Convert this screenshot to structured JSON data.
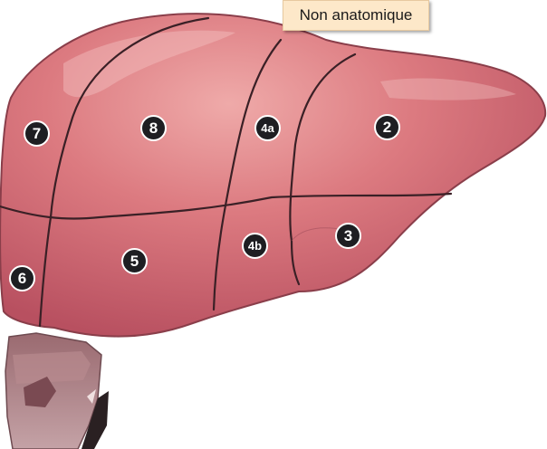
{
  "tag": {
    "text": "Non anatomique"
  },
  "segments": {
    "s7": "7",
    "s8": "8",
    "s4a": "4a",
    "s2": "2",
    "s6": "6",
    "s5": "5",
    "s4b": "4b",
    "s3": "3"
  },
  "colors": {
    "liver": "#d9727a",
    "liver_highlight": "#eea4a6",
    "line": "#3a2026",
    "marker": "#1e1e22",
    "tag_bg": "#fde8c9"
  }
}
